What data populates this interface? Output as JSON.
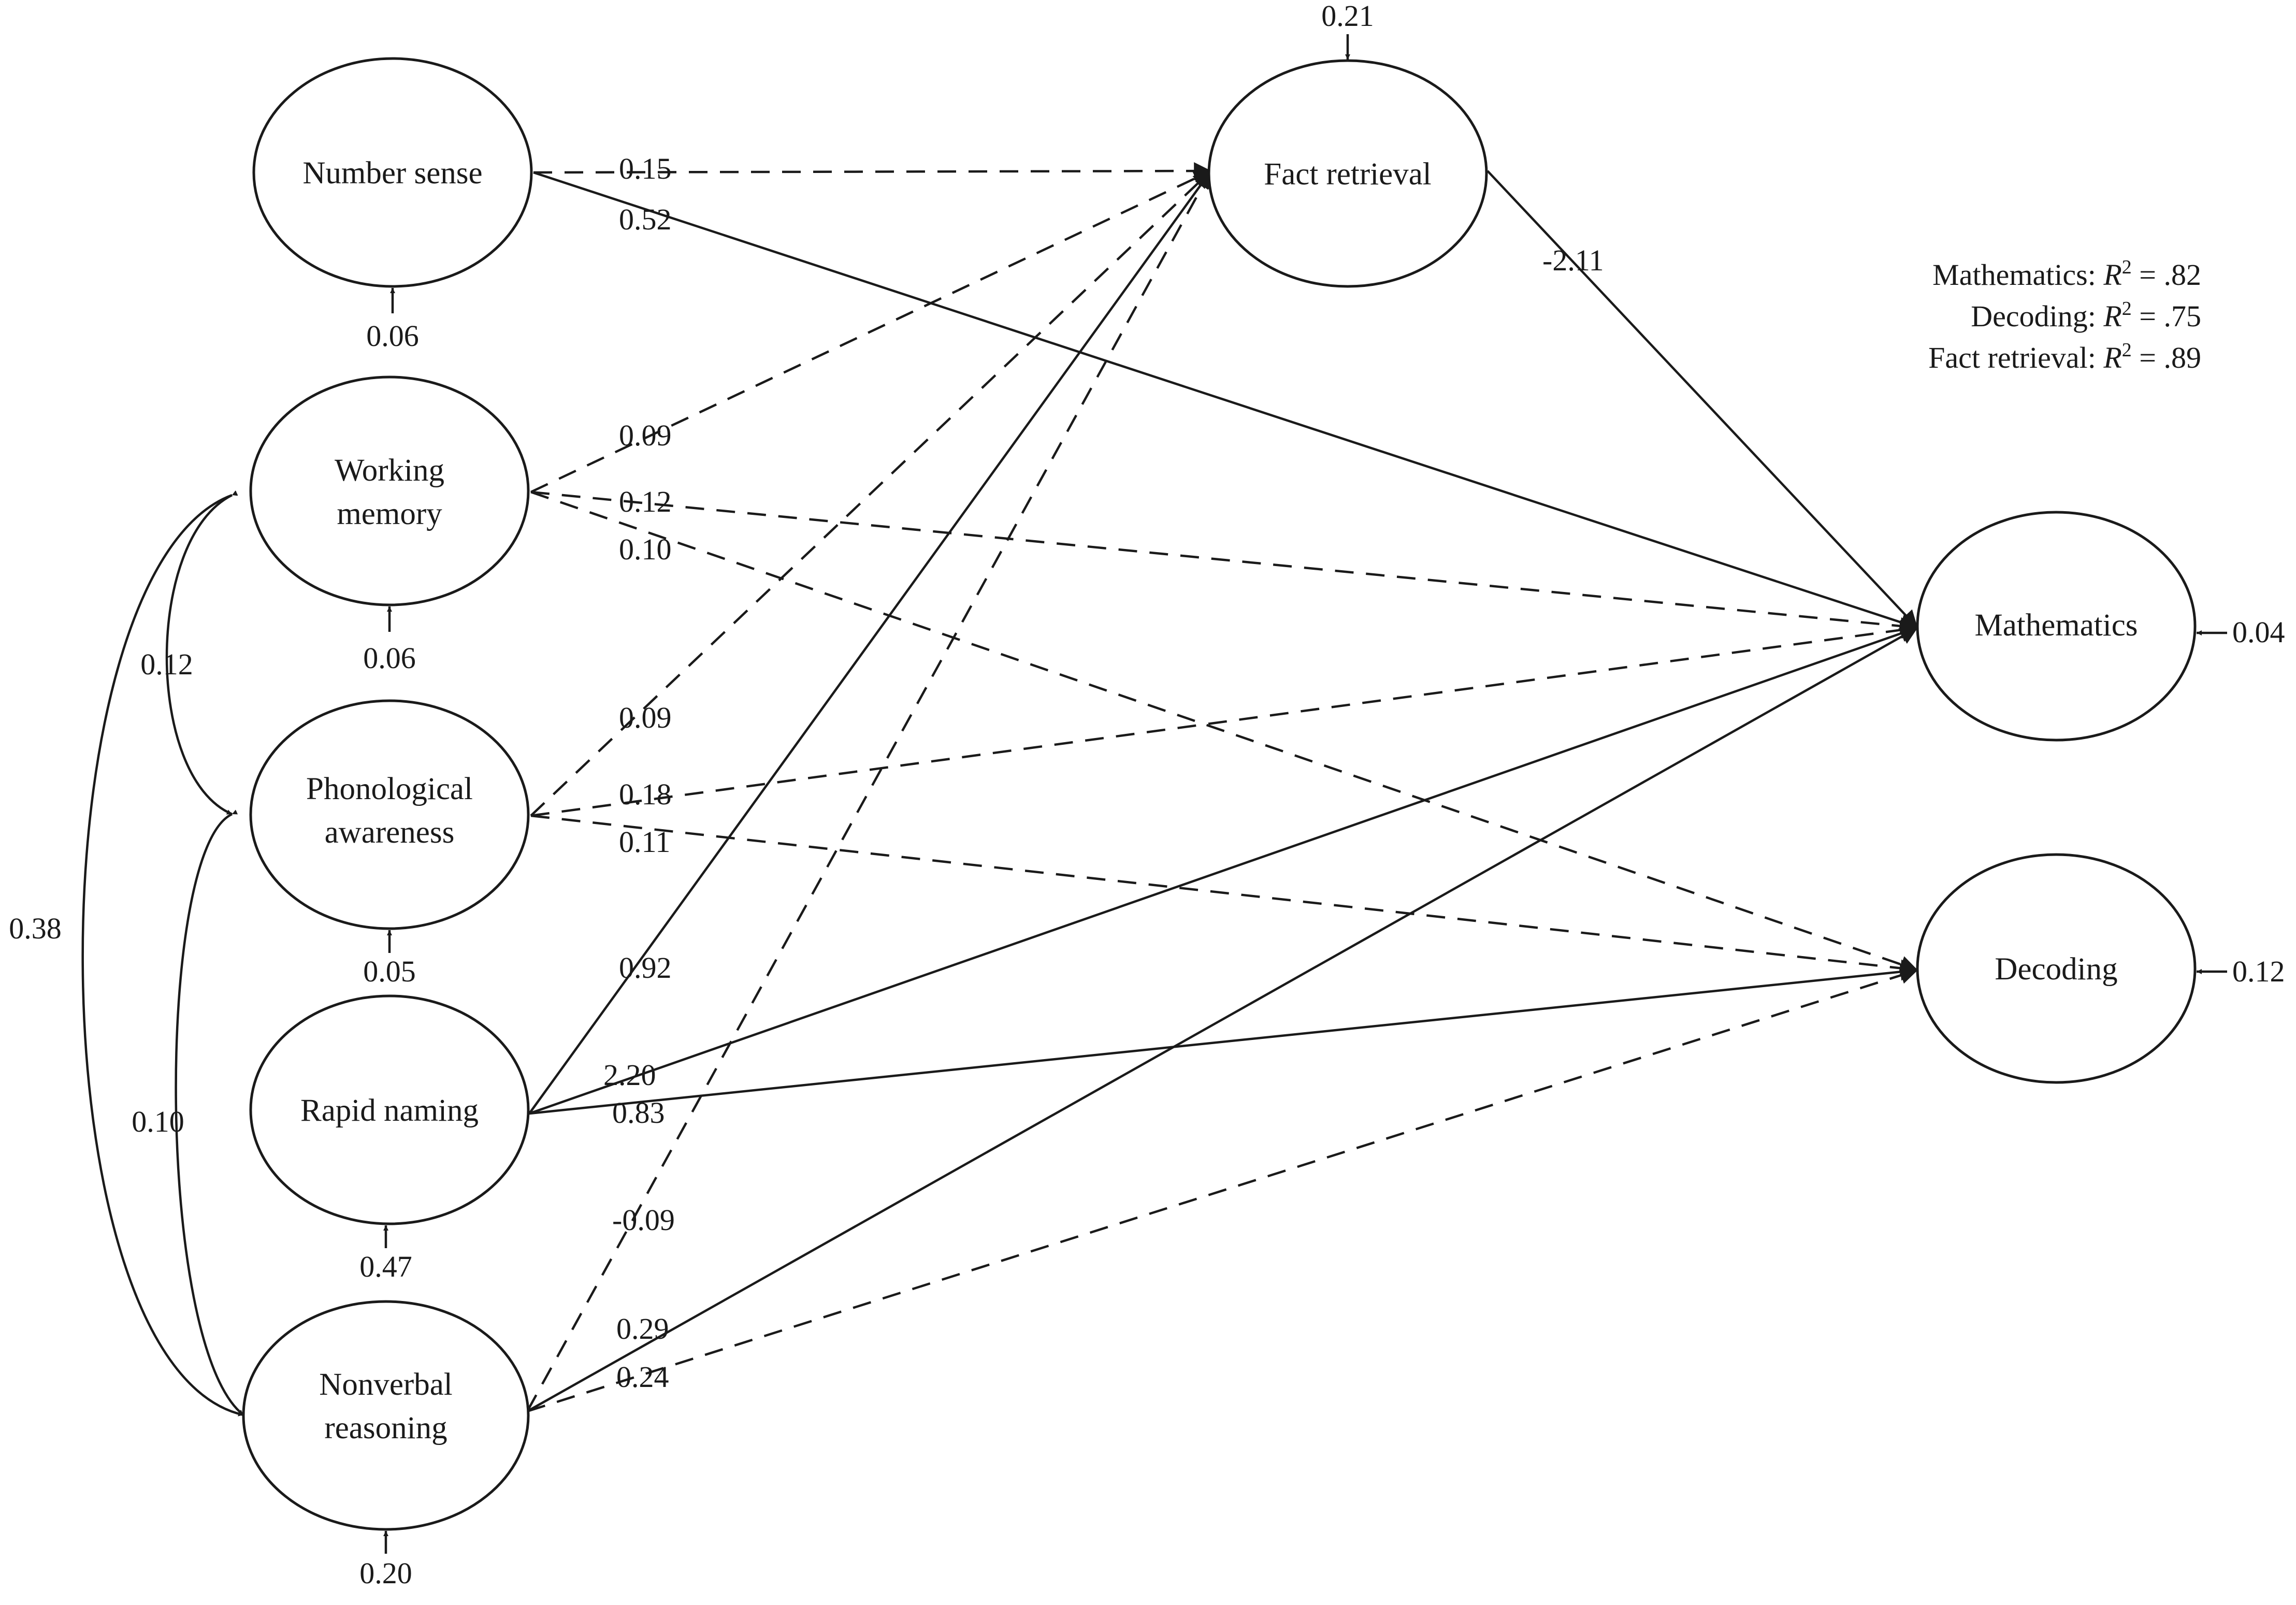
{
  "nodes": {
    "number_sense": {
      "label_lines": [
        "Number sense"
      ],
      "residual": "0.06"
    },
    "working_memory": {
      "label_lines": [
        "Working",
        "memory"
      ],
      "residual": "0.06"
    },
    "phonological_awareness": {
      "label_lines": [
        "Phonological",
        "awareness"
      ],
      "residual": "0.05"
    },
    "rapid_naming": {
      "label_lines": [
        "Rapid naming"
      ],
      "residual": "0.47"
    },
    "nonverbal_reasoning": {
      "label_lines": [
        "Nonverbal",
        "reasoning"
      ],
      "residual": "0.20"
    },
    "fact_retrieval": {
      "label_lines": [
        "Fact retrieval"
      ],
      "residual": "0.21"
    },
    "mathematics": {
      "label_lines": [
        "Mathematics"
      ],
      "residual": "0.04"
    },
    "decoding": {
      "label_lines": [
        "Decoding"
      ],
      "residual": "0.12"
    }
  },
  "paths": [
    {
      "from": "number_sense",
      "to": "fact_retrieval",
      "coef": "0.15",
      "style": "dashed"
    },
    {
      "from": "number_sense",
      "to": "mathematics",
      "coef": "0.52",
      "style": "solid"
    },
    {
      "from": "working_memory",
      "to": "fact_retrieval",
      "coef": "0.09",
      "style": "dashed"
    },
    {
      "from": "working_memory",
      "to": "mathematics",
      "coef": "0.12",
      "style": "dashed"
    },
    {
      "from": "working_memory",
      "to": "decoding",
      "coef": "0.10",
      "style": "dashed"
    },
    {
      "from": "phonological_awareness",
      "to": "fact_retrieval",
      "coef": "0.09",
      "style": "dashed"
    },
    {
      "from": "phonological_awareness",
      "to": "mathematics",
      "coef": "0.18",
      "style": "dashed"
    },
    {
      "from": "phonological_awareness",
      "to": "decoding",
      "coef": "0.11",
      "style": "dashed"
    },
    {
      "from": "rapid_naming",
      "to": "fact_retrieval",
      "coef": "0.92",
      "style": "solid"
    },
    {
      "from": "rapid_naming",
      "to": "mathematics",
      "coef": "2.20",
      "style": "solid"
    },
    {
      "from": "rapid_naming",
      "to": "decoding",
      "coef": "0.83",
      "style": "solid"
    },
    {
      "from": "nonverbal_reasoning",
      "to": "fact_retrieval",
      "coef": "-0.09",
      "style": "dashed"
    },
    {
      "from": "nonverbal_reasoning",
      "to": "mathematics",
      "coef": "0.29",
      "style": "solid"
    },
    {
      "from": "nonverbal_reasoning",
      "to": "decoding",
      "coef": "0.24",
      "style": "dashed"
    },
    {
      "from": "fact_retrieval",
      "to": "mathematics",
      "coef": "-2.11",
      "style": "solid"
    }
  ],
  "covariances": [
    {
      "between": [
        "working_memory",
        "phonological_awareness"
      ],
      "value": "0.12"
    },
    {
      "between": [
        "phonological_awareness",
        "nonverbal_reasoning"
      ],
      "value": "0.10"
    },
    {
      "between": [
        "working_memory",
        "nonverbal_reasoning"
      ],
      "value": "0.38"
    }
  ],
  "r_squared": [
    {
      "outcome": "Mathematics:",
      "symbol": "R",
      "sup": "2",
      "value": "= .82"
    },
    {
      "outcome": "Decoding:",
      "symbol": "R",
      "sup": "2",
      "value": "= .75"
    },
    {
      "outcome": "Fact retrieval:",
      "symbol": "R",
      "sup": "2",
      "value": "= .89"
    }
  ]
}
